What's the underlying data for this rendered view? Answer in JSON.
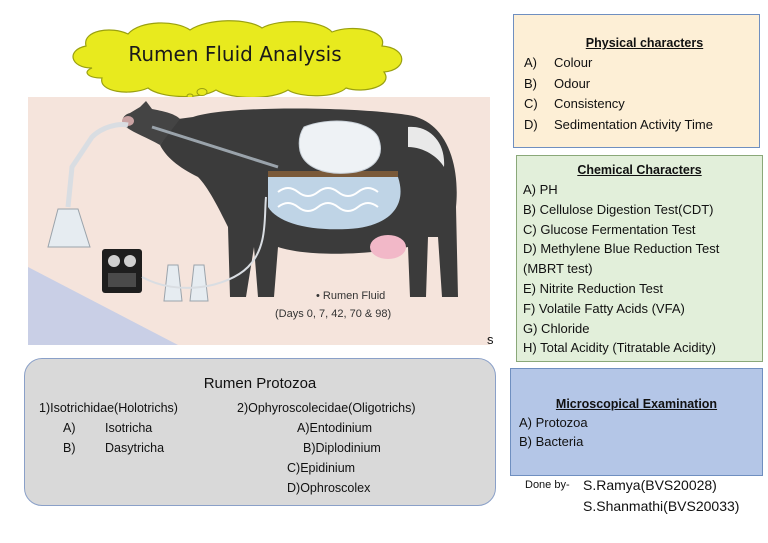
{
  "title": "Rumen Fluid Analysis",
  "illustration": {
    "fluid_label": "• Rumen Fluid",
    "fluid_days": "(Days 0, 7, 42, 70 & 98)",
    "stray_mark": "s"
  },
  "physical": {
    "title": "Physical characters",
    "items": [
      {
        "key": "A)",
        "text": "Colour"
      },
      {
        "key": "B)",
        "text": "Odour"
      },
      {
        "key": "C)",
        "text": "Consistency"
      },
      {
        "key": "D)",
        "text": "Sedimentation Activity Time"
      }
    ]
  },
  "chemical": {
    "title": "Chemical Characters",
    "items": [
      "A) PH",
      "B) Cellulose Digestion Test(CDT)",
      "C) Glucose Fermentation Test",
      "D) Methylene Blue Reduction Test",
      "(MBRT test)",
      "E) Nitrite Reduction Test",
      "F) Volatile Fatty Acids (VFA)",
      "G) Chloride",
      "H) Total Acidity (Titratable Acidity)"
    ]
  },
  "microscopical": {
    "title": "Microscopical Examination",
    "items": [
      "A) Protozoa",
      "B) Bacteria"
    ]
  },
  "protozoa": {
    "title": "Rumen Protozoa",
    "group1": {
      "heading": "1)Isotrichidae(Holotrichs)",
      "items": [
        {
          "key": "A)",
          "text": "Isotricha"
        },
        {
          "key": "B)",
          "text": "Dasytricha"
        }
      ]
    },
    "group2": {
      "heading": "2)Ophyroscolecidae(Oligotrichs)",
      "items": [
        "A)Entodinium",
        "B)Diplodinium",
        "C)Epidinium",
        "D)Ophroscolex"
      ]
    }
  },
  "credits": {
    "prefix": "Done by-",
    "name1": "S.Ramya(BVS20028)",
    "name2": "S.Shanmathi(BVS20033)"
  },
  "colors": {
    "cloud": "#e8ea1e",
    "physical_bg": "#fdefd6",
    "chemical_bg": "#e2efda",
    "micro_bg": "#b4c6e7",
    "protozoa_bg": "#d9d9d9",
    "illustration_bg": "#f5e4dc"
  }
}
